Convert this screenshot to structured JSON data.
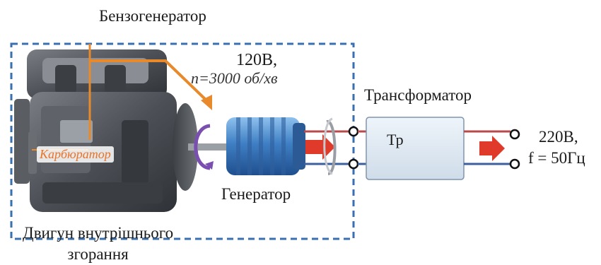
{
  "labels": {
    "title": "Бензогенератор",
    "input_voltage": "120В,",
    "speed": "n=3000 об/хв",
    "transformer": "Трансформатор",
    "transformer_symbol": "Тр",
    "generator": "Генератор",
    "engine_line1": "Двигун внутрішнього",
    "engine_line2": "згорання",
    "output_voltage": "220В,",
    "output_frequency": "f = 50Гц",
    "carburetor": "Карбюратор"
  },
  "colors": {
    "border_dash": "#3a6fb0",
    "pointer_orange": "#e8892c",
    "flow_arrow": "#e03a2a",
    "wire_red": "#b84a4a",
    "wire_blue": "#3d5f9e",
    "transformer_fill": "#dfe9f3",
    "motor_blue": "#4a86c8",
    "engine_dark": "#4a4d52"
  }
}
